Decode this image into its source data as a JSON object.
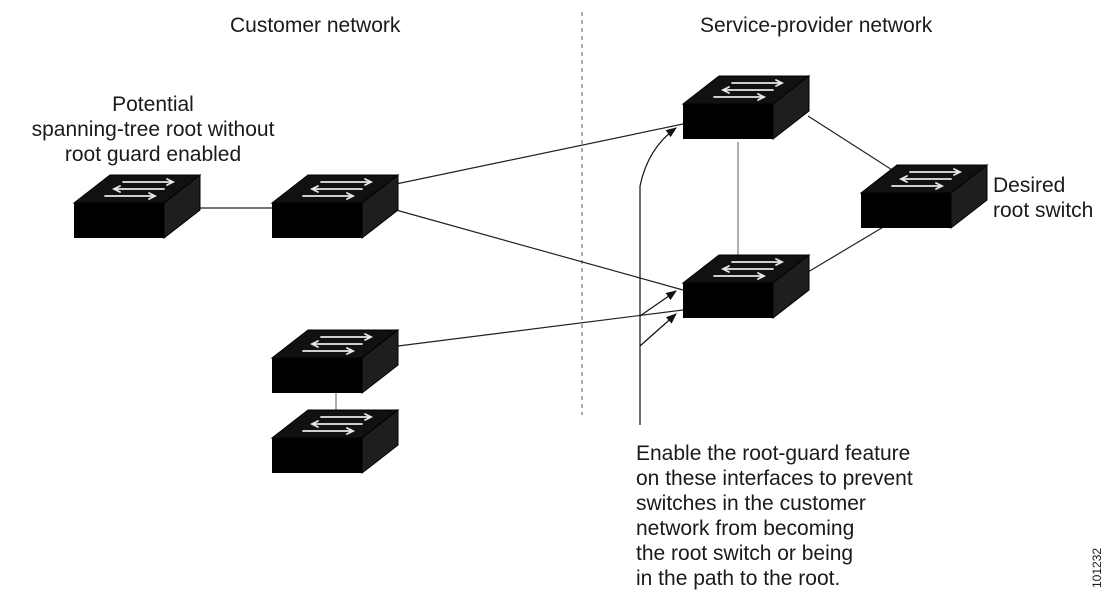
{
  "regions": {
    "customer": "Customer network",
    "provider": "Service-provider network"
  },
  "labels": {
    "potential_root": [
      "Potential",
      "spanning-tree root without",
      "root guard enabled"
    ],
    "desired_root": [
      "Desired",
      "root switch"
    ],
    "callout": [
      "Enable the root-guard feature",
      "on these interfaces to prevent",
      "switches in the customer",
      "network from becoming",
      "the root switch or being",
      "in the path to the root."
    ]
  },
  "figure_id": "101232",
  "nodes": [
    {
      "id": "potential-root-switch"
    },
    {
      "id": "customer-switch-a"
    },
    {
      "id": "customer-switch-b"
    },
    {
      "id": "customer-switch-c"
    },
    {
      "id": "provider-switch-top"
    },
    {
      "id": "provider-switch-bottom"
    },
    {
      "id": "desired-root-switch"
    }
  ],
  "links": [
    {
      "from": "potential-root-switch",
      "to": "customer-switch-a"
    },
    {
      "from": "customer-switch-a",
      "to": "provider-switch-top"
    },
    {
      "from": "customer-switch-a",
      "to": "provider-switch-bottom"
    },
    {
      "from": "customer-switch-b",
      "to": "provider-switch-bottom"
    },
    {
      "from": "customer-switch-b",
      "to": "customer-switch-c"
    },
    {
      "from": "provider-switch-top",
      "to": "provider-switch-bottom"
    },
    {
      "from": "provider-switch-top",
      "to": "desired-root-switch"
    },
    {
      "from": "provider-switch-bottom",
      "to": "desired-root-switch"
    }
  ]
}
